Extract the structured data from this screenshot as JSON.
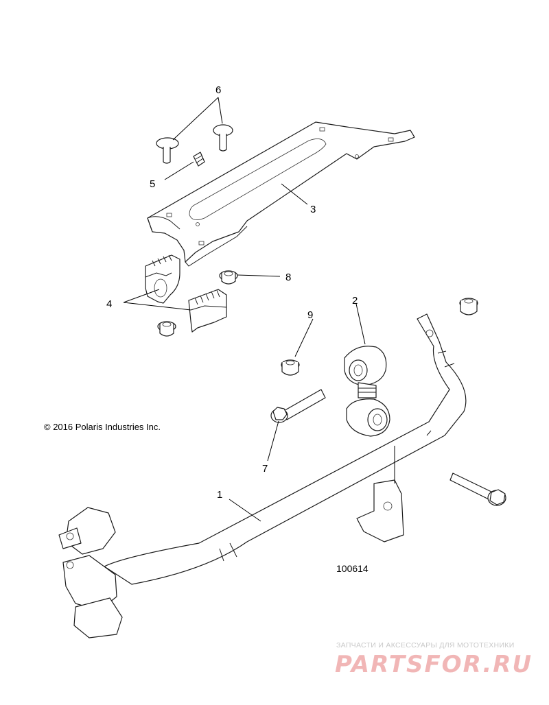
{
  "copyright": "© 2016 Polaris Industries Inc.",
  "figure_number": "100614",
  "callouts": [
    {
      "id": "1",
      "label": "1"
    },
    {
      "id": "2",
      "label": "2"
    },
    {
      "id": "3",
      "label": "3"
    },
    {
      "id": "4",
      "label": "4"
    },
    {
      "id": "5",
      "label": "5"
    },
    {
      "id": "6",
      "label": "6"
    },
    {
      "id": "7",
      "label": "7"
    },
    {
      "id": "8",
      "label": "8"
    },
    {
      "id": "9",
      "label": "9"
    }
  ],
  "watermark": {
    "tagline": "ЗАПЧАСТИ И АКСЕССУАРЫ ДЛЯ МОТОТЕХНИКИ",
    "brand": "PARTSFOR.RU",
    "tagline_color": "#c9c9c9",
    "brand_color": "#f1b6b6"
  }
}
